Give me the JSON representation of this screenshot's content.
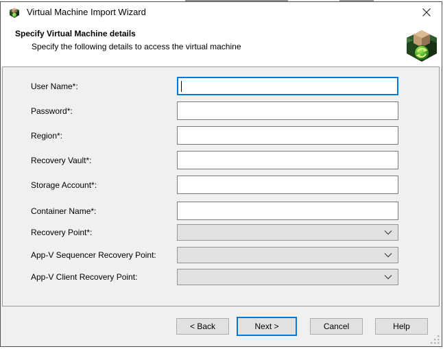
{
  "window": {
    "title": "Virtual Machine Import Wizard"
  },
  "header": {
    "title": "Specify Virtual Machine details",
    "subtitle": "Specify the following details to access the virtual machine"
  },
  "form": {
    "fields": [
      {
        "label": "User Name*:",
        "type": "text",
        "value": "",
        "state": "focused"
      },
      {
        "label": "Password*:",
        "type": "text",
        "value": "",
        "state": "enabled"
      },
      {
        "label": "Region*:",
        "type": "text",
        "value": "",
        "state": "enabled"
      },
      {
        "label": "Recovery Vault*:",
        "type": "text",
        "value": "",
        "state": "enabled"
      },
      {
        "label": "Storage Account*:",
        "type": "text",
        "value": "",
        "state": "enabled"
      },
      {
        "label": "Container Name*:",
        "type": "text",
        "value": "",
        "state": "enabled"
      },
      {
        "label": "Recovery Point*:",
        "type": "select",
        "value": "",
        "state": "disabled"
      },
      {
        "label": "App-V Sequencer Recovery Point:",
        "type": "select",
        "value": "",
        "state": "disabled"
      },
      {
        "label": "App-V Client Recovery Point:",
        "type": "select",
        "value": "",
        "state": "disabled"
      }
    ]
  },
  "buttons": {
    "back": "< Back",
    "next": "Next >",
    "cancel": "Cancel",
    "help": "Help"
  },
  "icons": {
    "app": "vm-import-box-icon",
    "close": "close-icon",
    "chevron": "chevron-down-icon",
    "resize": "resize-grip-icon"
  },
  "colors": {
    "accent": "#0078d7",
    "panel_bg": "#f0f0f0",
    "disabled_field_bg": "#e1e1e1",
    "input_border": "#7a7a7a",
    "button_bg": "#e1e1e1"
  }
}
